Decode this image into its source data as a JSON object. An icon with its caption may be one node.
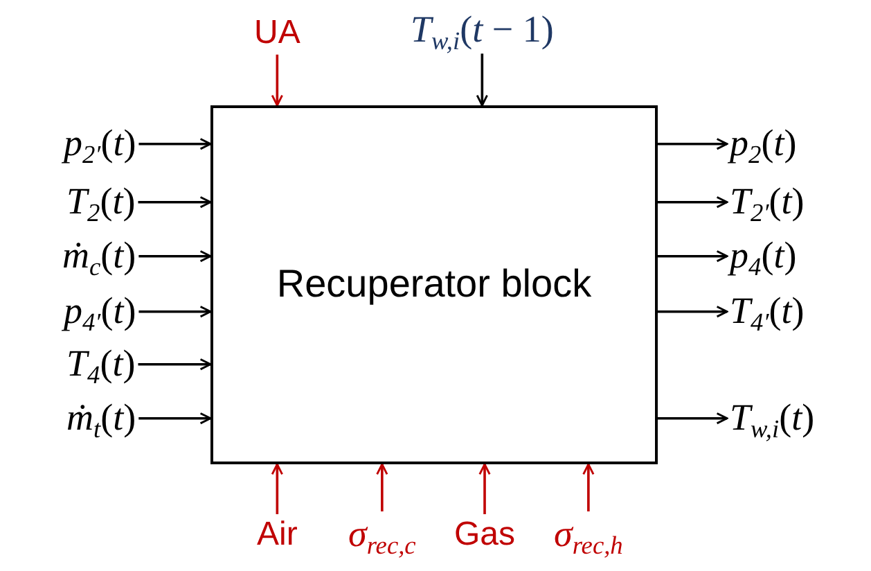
{
  "diagram": {
    "nodes": [
      {
        "text": [
          "Recuperator block"
        ]
      },
      {
        "text": [
          "*p*$_{2′}$(*t*)"
        ]
      },
      {
        "text": [
          "*T*$_{2}$(*t*)"
        ]
      },
      {
        "text": [
          "*ṁ*$_{c}$(*t*)"
        ]
      },
      {
        "text": [
          "*p*$_{4′}$(*t*)"
        ]
      },
      {
        "text": [
          "*T*$_{4}$(*t*)"
        ]
      },
      {
        "text": [
          "*ṁ*$_{t}$(*t*)"
        ]
      },
      {
        "text": [
          "*p*$_{2}$(*t*)"
        ]
      },
      {
        "text": [
          "*T*$_{2′}$(*t*)"
        ]
      },
      {
        "text": [
          "*p*$_{4}$(*t*)"
        ]
      },
      {
        "text": [
          "*T*$_{4′}$(*t*)"
        ]
      },
      {
        "text": [
          "*T*$_{w,i}$(*t*)"
        ]
      },
      {
        "text": [
          "UA"
        ]
      },
      {
        "text": [
          "*T*$_{w,i}$(*t* − 1)"
        ]
      },
      {
        "text": [
          "Air"
        ]
      },
      {
        "text": [
          "*σ*$_{rec,c}$"
        ]
      },
      {
        "text": [
          "Gas"
        ]
      },
      {
        "text": [
          "*σ*$_{rec,h}$"
        ]
      }
    ],
    "edges": [
      {
        "from": 1,
        "to": 0,
        "arrow": "to"
      },
      {
        "from": 2,
        "to": 0,
        "arrow": "to"
      },
      {
        "from": 3,
        "to": 0,
        "arrow": "to"
      },
      {
        "from": 4,
        "to": 0,
        "arrow": "to"
      },
      {
        "from": 5,
        "to": 0,
        "arrow": "to"
      },
      {
        "from": 6,
        "to": 0,
        "arrow": "to"
      },
      {
        "from": 0,
        "to": 7,
        "arrow": "to"
      },
      {
        "from": 0,
        "to": 8,
        "arrow": "to"
      },
      {
        "from": 0,
        "to": 9,
        "arrow": "to"
      },
      {
        "from": 0,
        "to": 10,
        "arrow": "to"
      },
      {
        "from": 0,
        "to": 11,
        "arrow": "to"
      },
      {
        "from": 12,
        "to": 0,
        "arrow": "to",
        "color": "#c00000"
      },
      {
        "from": 13,
        "to": 0,
        "arrow": "to"
      },
      {
        "from": 14,
        "to": 0,
        "arrow": "to",
        "color": "#c00000"
      },
      {
        "from": 15,
        "to": 0,
        "arrow": "to",
        "color": "#c00000"
      },
      {
        "from": 16,
        "to": 0,
        "arrow": "to",
        "color": "#c00000"
      },
      {
        "from": 17,
        "to": 0,
        "arrow": "to",
        "color": "#c00000"
      }
    ]
  }
}
